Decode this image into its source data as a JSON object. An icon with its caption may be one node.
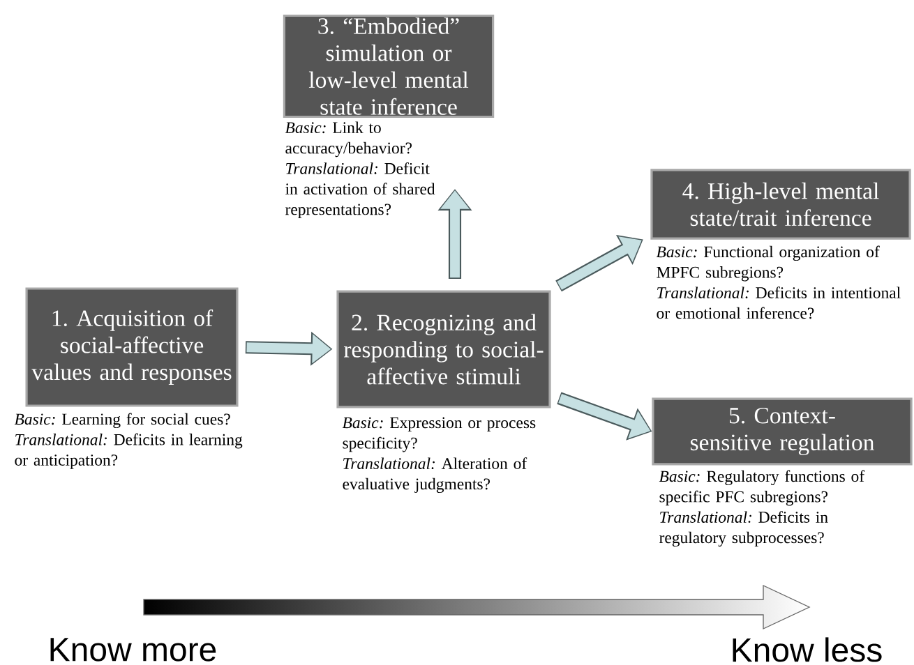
{
  "diagram": {
    "nodes": [
      {
        "text": [
          "1. Acquisition of social-affective values and responses"
        ],
        "beside": [
          "*Basic:* Learning for social cues?",
          "*Translational:* Deficits in learning or anticipation?"
        ]
      },
      {
        "text": [
          "2. Recognizing and responding to social-affective stimuli"
        ],
        "beside": [
          "*Basic:* Expression or process specificity?",
          "*Translational:* Alteration of evaluative judgments?"
        ]
      },
      {
        "text": [
          "3. “Embodied” simulation or low-level mental state inference"
        ],
        "beside": [
          "*Basic:* Link to accuracy/behavior?",
          "*Translational:* Deficit in activation of shared representations?"
        ]
      },
      {
        "text": [
          "4. High-level mental state/trait inference"
        ],
        "beside": [
          "*Basic:* Functional organization of MPFC subregions?",
          "*Translational:* Deficits in intentional or emotional inference?"
        ]
      },
      {
        "text": [
          "5. Context-sensitive regulation"
        ],
        "beside": [
          "*Basic:* Regulatory functions of specific PFC subregions?",
          "*Translational:* Deficits in regulatory subprocesses?"
        ]
      }
    ],
    "edges": [
      {
        "from": 0,
        "to": 1,
        "arrow": "to"
      },
      {
        "from": 1,
        "to": 2,
        "arrow": "to"
      },
      {
        "from": 1,
        "to": 3,
        "arrow": "to"
      },
      {
        "from": 1,
        "to": 4,
        "arrow": "to"
      }
    ],
    "labels": [
      "Know more",
      "Know less"
    ]
  }
}
